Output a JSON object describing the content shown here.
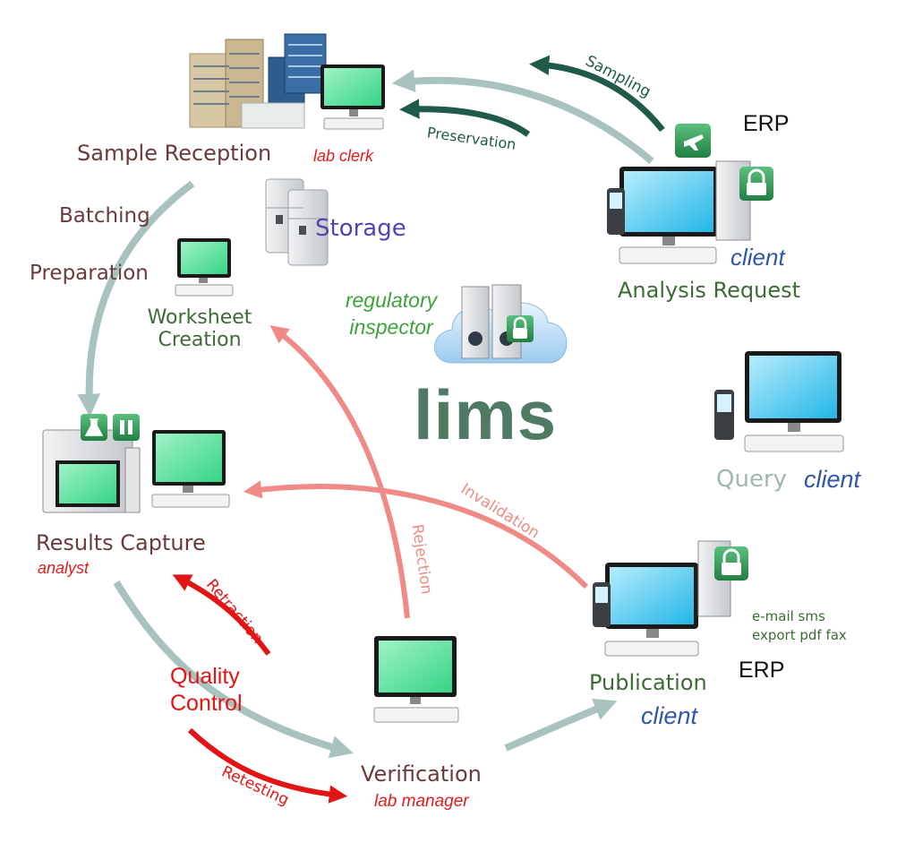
{
  "nodes": {
    "sample_reception": {
      "title": "Sample Reception",
      "role": "lab clerk"
    },
    "storage": {
      "title": "Storage"
    },
    "worksheet": {
      "line1": "Worksheet",
      "line2": "Creation"
    },
    "regulatory": {
      "line1": "regulatory",
      "line2": "inspector"
    },
    "analysis_request": {
      "title": "Analysis Request",
      "role": "client",
      "system": "ERP"
    },
    "query": {
      "title": "Query",
      "role": "client"
    },
    "results_capture": {
      "title": "Results Capture",
      "role": "analyst"
    },
    "quality_control": {
      "line1": "Quality",
      "line2": "Control"
    },
    "verification": {
      "title": "Verification",
      "role": "lab manager"
    },
    "publication": {
      "title": "Publication",
      "role": "client",
      "system": "ERP",
      "channels_line1": "e-mail sms",
      "channels_line2": "export pdf fax"
    }
  },
  "flows": {
    "batching": "Batching",
    "preparation": "Preparation",
    "sampling": "Sampling",
    "preservation": "Preservation",
    "rejection": "Rejection",
    "invalidation": "Invalidation",
    "retraction": "Retraction",
    "retesting": "Retesting"
  },
  "logo": "lims",
  "colors": {
    "cycle_arrow": "#a8c2bf",
    "dark_arrow": "#1f5a4b",
    "pink_arrow": "#f08a86",
    "red_arrow": "#e31414",
    "maroon_text": "#6b3a3a",
    "green_text": "#3d6b36",
    "client_blue": "#2f56a8",
    "storage_blue": "#4b46b8",
    "inspector_green": "#3ea33a",
    "logo_green": "#4f7a63",
    "screen_green": "#40d88a",
    "screen_blue": "#2ec0ec",
    "lock_green": "#2c9e53"
  },
  "icons": [
    "building-icon",
    "computer-icon",
    "refrigerator-icon",
    "cloud-server-icon",
    "phone-icon",
    "lock-icon",
    "plane-icon",
    "flask-icon",
    "pause-icon",
    "lab-instrument-icon",
    "server-tower-icon"
  ]
}
